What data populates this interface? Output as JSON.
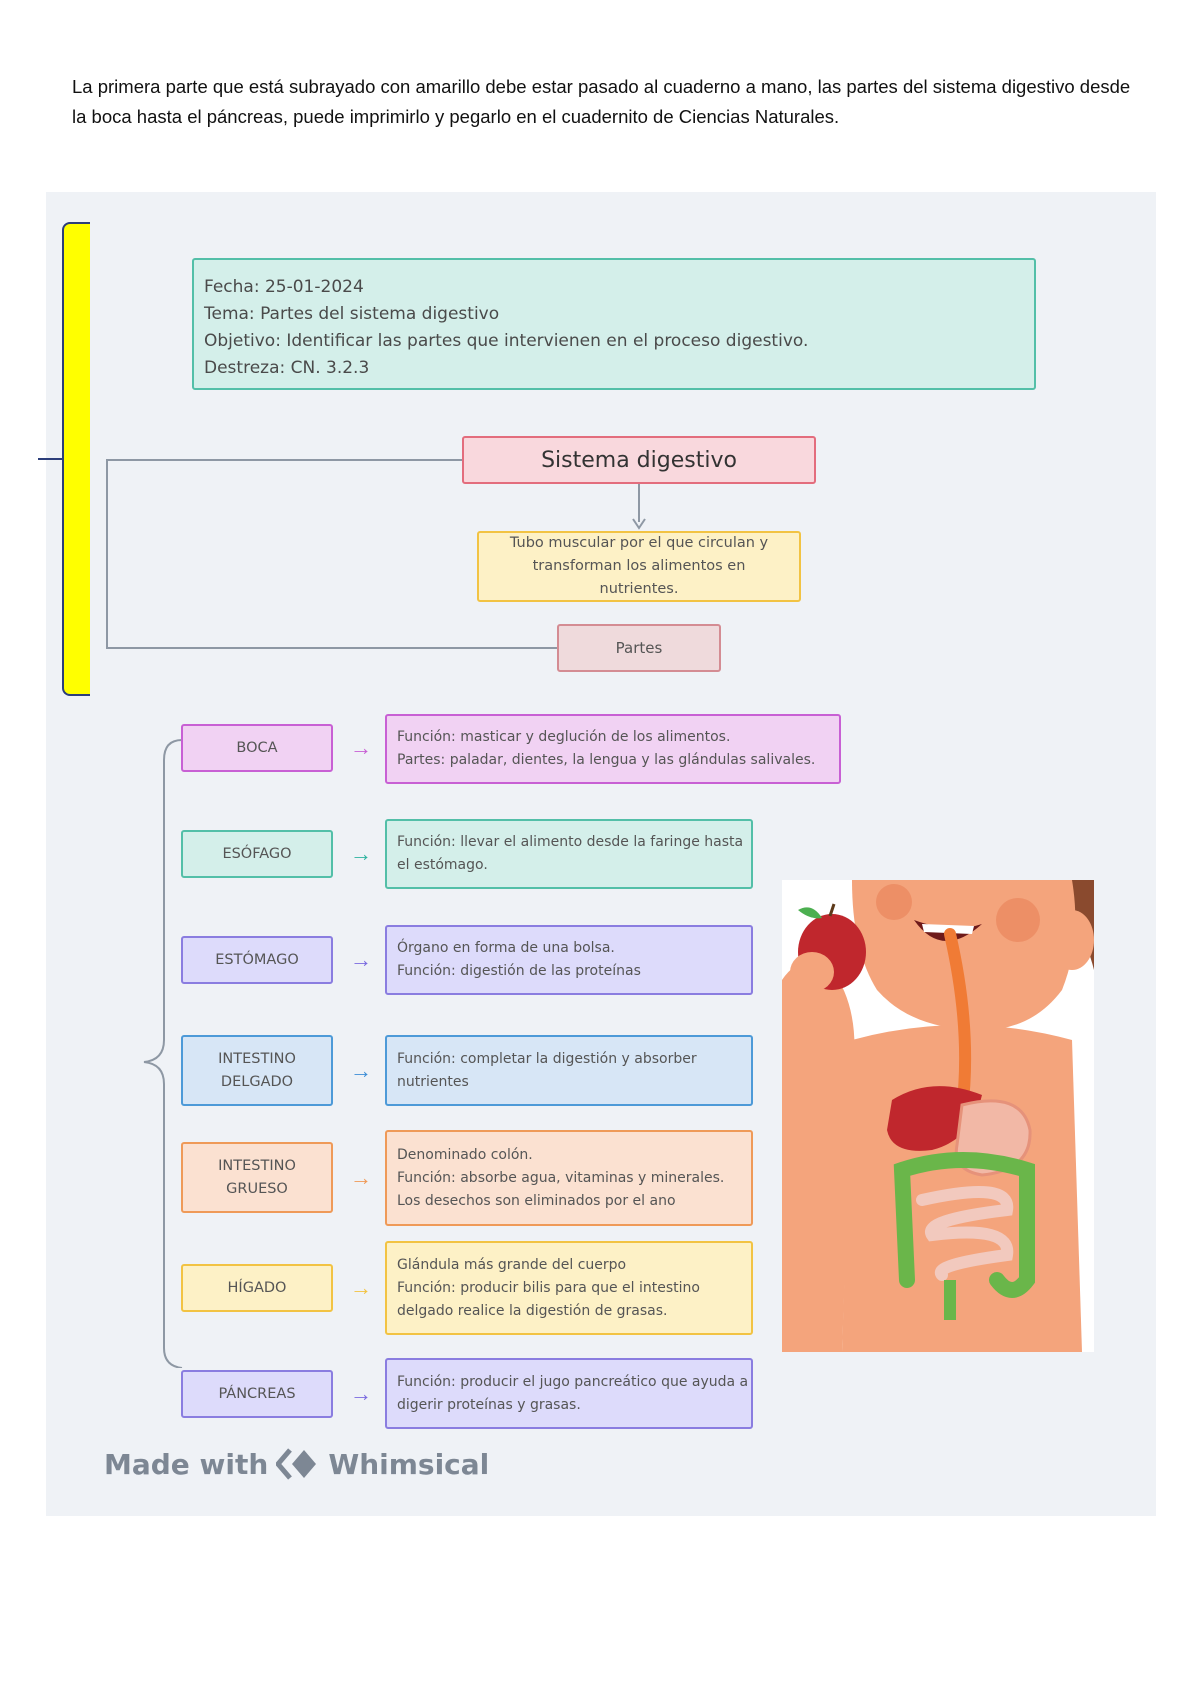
{
  "intro_text": "La primera parte que está subrayado con amarillo debe estar pasado al cuaderno a mano, las partes del sistema digestivo desde la boca hasta el páncreas, puede imprimirlo y pegarlo en el cuadernito de Ciencias Naturales.",
  "header": {
    "fecha": "Fecha: 25-01-2024",
    "tema": "Tema: Partes del sistema digestivo",
    "objetivo": "Objetivo: Identificar las partes que intervienen en el proceso digestivo.",
    "destreza": "Destreza: CN. 3.2.3"
  },
  "title": "Sistema digestivo",
  "definition": "Tubo muscular por el que circulan y transforman los alimentos en nutrientes.",
  "parts_label": "Partes",
  "organs": [
    {
      "name": "BOCA",
      "lines": [
        "Función: masticar y deglución de los alimentos.",
        "Partes: paladar, dientes, la lengua y las glándulas salivales."
      ],
      "color": "#c860d4"
    },
    {
      "name": "ESÓFAGO",
      "lines": [
        "Función: llevar el alimento desde la faringe hasta",
        "el estómago."
      ],
      "color": "#2fb3a0"
    },
    {
      "name": "ESTÓMAGO",
      "lines": [
        "Órgano en forma de una bolsa.",
        "Función: digestión de las proteínas"
      ],
      "color": "#7a6be0"
    },
    {
      "name": "INTESTINO DELGADO",
      "lines": [
        "Función: completar la digestión y absorber",
        "nutrientes"
      ],
      "color": "#3d8ed6"
    },
    {
      "name": "INTESTINO GRUESO",
      "lines": [
        "Denominado colón.",
        "Función: absorbe agua, vitaminas y minerales.",
        "Los desechos son eliminados por el ano"
      ],
      "color": "#ef9a58"
    },
    {
      "name": "HÍGADO",
      "lines": [
        "Glándula más grande del cuerpo",
        "Función: producir bilis para que el intestino",
        "delgado realice la digestión de grasas."
      ],
      "color": "#f2c343"
    },
    {
      "name": "PÁNCREAS",
      "lines": [
        "Función: producir el jugo pancreático que ayuda a",
        "digerir proteínas y grasas."
      ],
      "color": "#7a6be0"
    }
  ],
  "footer": {
    "made_with": "Made with",
    "brand": "Whimsical"
  }
}
